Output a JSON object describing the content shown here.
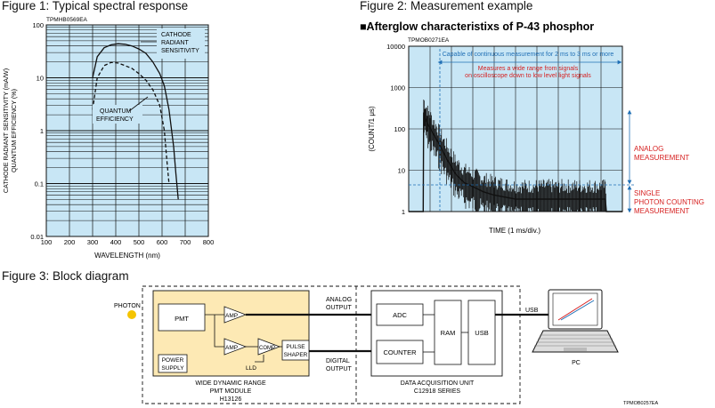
{
  "figure1": {
    "title": "Figure 1: Typical spectral response",
    "code": "TPMHB0569EA",
    "ylabel_line1": "CATHODE RADIANT SENSITIVITY (mA/W)",
    "ylabel_line2": "QUANTUM EFFICIENCY (%)",
    "xlabel": "WAVELENGTH (nm)",
    "label_cathode": [
      "CATHODE",
      "RADIANT",
      "SENSITIVITY"
    ],
    "label_qe": [
      "QUANTUM",
      "EFFICIENCY"
    ],
    "colors": {
      "plot_bg": "#c8e6f5",
      "curve": "#111111"
    }
  },
  "figure2": {
    "title": "Figure 2: Measurement example",
    "subtitle": "■Afterglow characteristixs of P-43 phosphor",
    "code": "TPMOB0271EA",
    "ylabel": "(COUNT/1 μs)",
    "xlabel": "TIME (1 ms/div.)",
    "note_continuous": "Capable of continuous measurement for 2 ms to 3 ms or more",
    "note_range_1": "Measures a wide range from signals",
    "note_range_2": "on oscilloscope down to low level light signals",
    "analog_label": [
      "ANALOG",
      "MEASUREMENT"
    ],
    "photon_label": [
      "SINGLE",
      "PHOTON COUNTING",
      "MEASUREMENT"
    ],
    "colors": {
      "plot_bg": "#c8e6f5",
      "annot_blue": "#1f6fb5",
      "annot_red": "#d62020"
    }
  },
  "figure3": {
    "title": "Figure 3: Block diagram",
    "code": "TPMOB0257EA",
    "photon": "PHOTON",
    "pmt": "PMT",
    "amp1": "AMP",
    "amp2": "AMP",
    "comp": "COMP",
    "lld": "LLD",
    "pulse_shaper": [
      "PULSE",
      "SHAPER"
    ],
    "power_supply": [
      "POWER",
      "SUPPLY"
    ],
    "analog_output": [
      "ANALOG",
      "OUTPUT"
    ],
    "digital_output": [
      "DIGITAL",
      "OUTPUT"
    ],
    "adc": "ADC",
    "counter": "COUNTER",
    "ram": "RAM",
    "usb_block": "USB",
    "usb_cable": "USB",
    "pc": "PC",
    "module_label": [
      "WIDE DYNAMIC RANGE",
      "PMT MODULE",
      "H13126"
    ],
    "daq_label": [
      "DATA ACQUISITION UNIT",
      "C12918 SERIES"
    ],
    "colors": {
      "module_fill": "#fde9b4",
      "photon_dot": "#f5c400"
    }
  },
  "chart_data": [
    {
      "type": "line",
      "title": "Figure 1: Typical spectral response",
      "xlabel": "WAVELENGTH (nm)",
      "ylabel": "CATHODE RADIANT SENSITIVITY (mA/W) QUANTUM EFFICIENCY (%)",
      "xlim": [
        100,
        800
      ],
      "ylim": [
        0.01,
        100
      ],
      "yscale": "log",
      "x_ticks": [
        100,
        200,
        300,
        400,
        500,
        600,
        700,
        800
      ],
      "y_ticks": [
        "0.01",
        "0.1",
        "1",
        "10",
        "100"
      ],
      "grid": true,
      "series": [
        {
          "name": "CATHODE RADIANT SENSITIVITY",
          "style": "solid",
          "x": [
            300,
            320,
            350,
            380,
            410,
            440,
            470,
            500,
            530,
            560,
            590,
            610,
            630,
            650,
            660,
            670
          ],
          "y": [
            10,
            25,
            37,
            42,
            44,
            43,
            40,
            35,
            29,
            20,
            12,
            7,
            2.5,
            0.5,
            0.15,
            0.05
          ]
        },
        {
          "name": "QUANTUM EFFICIENCY",
          "style": "dashed",
          "x": [
            300,
            320,
            350,
            380,
            410,
            440,
            470,
            500,
            530,
            560,
            590,
            610,
            620,
            630
          ],
          "y": [
            2.5,
            10,
            17,
            19.5,
            19,
            17,
            15,
            12,
            9,
            6,
            3,
            1,
            0.3,
            0.1
          ]
        }
      ]
    },
    {
      "type": "line",
      "title": "Afterglow characteristixs of P-43 phosphor",
      "xlabel": "TIME (1 ms/div.)",
      "ylabel": "(COUNT/1 μs)",
      "ylim": [
        1,
        10000
      ],
      "yscale": "log",
      "y_ticks": [
        "1",
        "10",
        "100",
        "1000",
        "10000"
      ],
      "x_divisions": 10,
      "grid": true,
      "series": [
        {
          "name": "P-43 afterglow",
          "x": [
            0,
            0.68,
            0.7,
            0.75,
            0.9,
            1.1,
            1.4,
            1.8,
            2.2,
            2.6,
            3.0,
            3.5,
            4.0,
            5.0,
            6.0,
            7.0,
            8.0,
            9.2,
            9.25,
            10
          ],
          "y": [
            1,
            1,
            250,
            200,
            130,
            85,
            45,
            18,
            8,
            5,
            4,
            3,
            2.5,
            2,
            2,
            2,
            2,
            2,
            1,
            1
          ]
        }
      ]
    }
  ]
}
